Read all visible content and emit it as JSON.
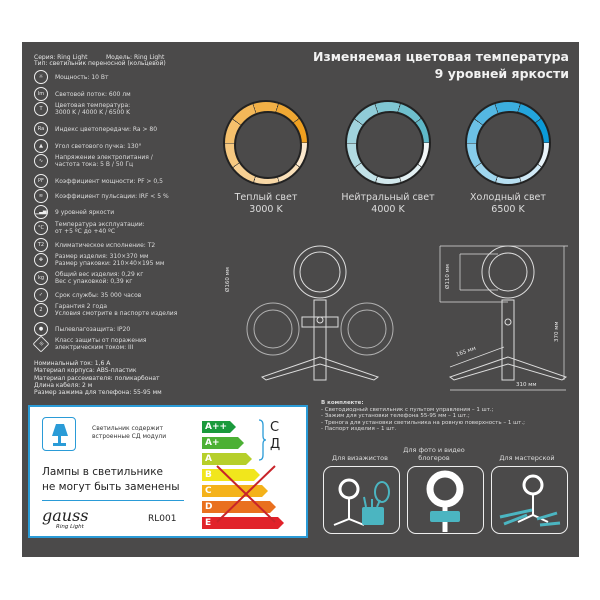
{
  "series_line": "Серия: Ring Light",
  "model_line": "Модель: Ring Light",
  "type_line": "Тип: светильник переносной (кольцевой)",
  "specs": [
    {
      "icon": "power-icon",
      "glyph": "☼",
      "lines": [
        "Мощность: 10 Вт"
      ]
    },
    {
      "icon": "lumen-icon",
      "glyph": "lm",
      "lines": [
        "Световой поток: 600 лм"
      ]
    },
    {
      "icon": "color-temperature-icon",
      "glyph": "T",
      "lines": [
        "Цветовая температура:",
        "3000 K / 4000 K / 6500 K"
      ]
    },
    {
      "icon": "ra-icon",
      "glyph": "Ra",
      "lines": [
        "Индекс цветопередачи: Ra > 80"
      ]
    },
    {
      "icon": "beam-angle-icon",
      "glyph": "▲",
      "lines": [
        "Угол светового пучка: 130°"
      ]
    },
    {
      "icon": "voltage-icon",
      "glyph": "∿",
      "lines": [
        "Напряжение электропитания /",
        "частота тока: 5 В / 50 Гц"
      ]
    },
    {
      "icon": "power-factor-icon",
      "glyph": "PF",
      "lines": [
        "Коэффициент мощности: PF > 0,5"
      ]
    },
    {
      "icon": "pulsation-icon",
      "glyph": "≋",
      "lines": [
        "Коэффициент пульсации: IRF < 5 %"
      ]
    },
    {
      "icon": "brightness-levels-icon",
      "glyph": "▁▃▅",
      "lines": [
        "9 уровней яркости"
      ]
    },
    {
      "icon": "temperature-icon",
      "glyph": "°C",
      "lines": [
        "Температура эксплуатации:",
        "от  +5 ºС до +40 ºС"
      ]
    },
    {
      "icon": "climate-icon",
      "glyph": "T2",
      "lines": [
        "Климатическое исполнение: T2"
      ]
    },
    {
      "icon": "size-icon",
      "glyph": "✥",
      "lines": [
        "Размер изделия: 310×370 мм",
        "Размер упаковки: 210×40×195 мм"
      ]
    },
    {
      "icon": "weight-icon",
      "glyph": "kg",
      "lines": [
        "Общий вес изделия: 0,29 кг",
        "Вес с упаковкой: 0,39 кг"
      ]
    },
    {
      "icon": "lifetime-icon",
      "glyph": "✓",
      "lines": [
        "Срок службы: 35 000 часов"
      ]
    },
    {
      "icon": "warranty-icon",
      "glyph": "2",
      "lines": [
        "Гарантия 2 года",
        "Условия смотрите в паспорте изделия"
      ]
    },
    {
      "icon": "ip-icon",
      "glyph": "●",
      "lines": [
        "Пылевлагозащита: IP20"
      ]
    },
    {
      "icon": "protection-class-icon",
      "glyph": "III",
      "lines": [
        "Класс защиты от поражения",
        "электрическим током: III"
      ]
    }
  ],
  "footer_specs": [
    "Номинальный ток: 1,6 А",
    "Материал корпуса: ABS-пластик",
    "Материал рассеивателя: поликарбонат",
    "Длина кабеля: 2 м",
    "Размер зажима для телефона: 55-95 мм"
  ],
  "header": {
    "line1": "Изменяемая цветовая температура",
    "line2": "9 уровней яркости"
  },
  "modes": [
    {
      "name": "Теплый свет",
      "temp": "3000 K",
      "dark": "#f0a020",
      "light": "#fbe8cc"
    },
    {
      "name": "Нейтральный свет",
      "temp": "4000 K",
      "dark": "#5fb8c8",
      "light": "#f2f6f7"
    },
    {
      "name": "Холодный свет",
      "temp": "6500 K",
      "dark": "#0b9ad8",
      "light": "#e8f3f9"
    }
  ],
  "dimensions": {
    "outer": "Ø160 мм",
    "inner": "Ø110 мм",
    "height": "370 мм",
    "leg": "165 мм",
    "width": "310 мм"
  },
  "energy_label": {
    "contains": "Светильник содержит встроенные СД модули",
    "not_replaceable_1": "Лампы в светильнике",
    "not_replaceable_2": "не могут быть заменены",
    "brand": "gauss",
    "brand_sub": "Ring Light",
    "model": "RL001",
    "compat_1": "С",
    "compat_2": "Д",
    "classes": [
      {
        "label": "A++",
        "color": "#1a9a3c"
      },
      {
        "label": "A+",
        "color": "#4cb034"
      },
      {
        "label": "A",
        "color": "#b6cf2a"
      },
      {
        "label": "B",
        "color": "#f1e61c"
      },
      {
        "label": "C",
        "color": "#f4b21a"
      },
      {
        "label": "D",
        "color": "#e9701f"
      },
      {
        "label": "E",
        "color": "#e1222a"
      }
    ]
  },
  "kit": {
    "title": "В комплекте:",
    "items": [
      "- Светодиодный светильник с пультом управления – 1 шт.;",
      "- Зажим для установки телефона 55-95 мм – 1 шт.;",
      "- Тренога для установки светильника на ровную поверхность – 1 шт.;",
      "- Паспорт изделия – 1 шт."
    ]
  },
  "uses": [
    {
      "label": "Для визажистов"
    },
    {
      "label": "Для фото и видео блогеров"
    },
    {
      "label": "Для мастерской"
    }
  ],
  "accent": "#4bb5c1"
}
